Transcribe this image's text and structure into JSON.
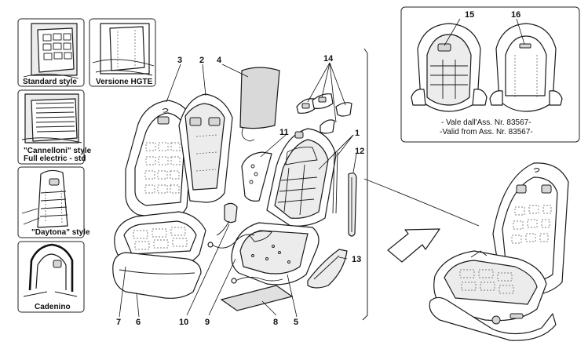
{
  "style_boxes": {
    "standard": "Standard style",
    "hgte": "Versione HGTE",
    "cannelloni_line1": "\"Cannelloni\" style",
    "cannelloni_line2": "Full electric - std",
    "daytona": "\"Daytona\" style",
    "cadenino": "Cadenino"
  },
  "validity_note": {
    "line1": "- Vale dall'Ass. Nr. 83567-",
    "line2": "-Valid from Ass. Nr. 83567-"
  },
  "callouts": {
    "n1": "1",
    "n2": "2",
    "n3": "3",
    "n4": "4",
    "n5": "5",
    "n6": "6",
    "n7": "7",
    "n8": "8",
    "n9": "9",
    "n10": "10",
    "n11": "11",
    "n12": "12",
    "n13": "13",
    "n14": "14",
    "n15": "15",
    "n16": "16"
  }
}
